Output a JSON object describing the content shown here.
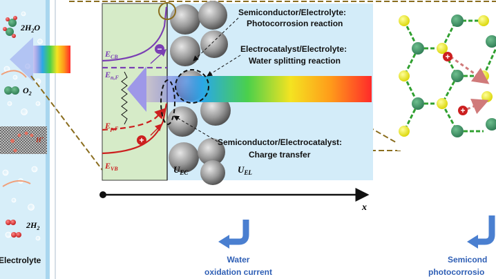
{
  "left_panel": {
    "water_label": "2H",
    "water_sub": "2",
    "water_tail": "O",
    "oxygen_label": "O",
    "oxygen_sub": "2",
    "proton_label": "H",
    "proton_sup": "+",
    "hydrogen_label": "2H",
    "hydrogen_sub": "2",
    "electrolyte_label": "Electrolyte"
  },
  "bands": {
    "ecb": "E",
    "ecb_sub": "CB",
    "enf": "E",
    "enf_sub": "n,F",
    "epf": "E",
    "epf_sub": "p,F",
    "evb": "E",
    "evb_sub": "VB",
    "electron_sign": "−",
    "hole_sign": "+"
  },
  "potentials": {
    "uec": "U",
    "uec_sub": "EC",
    "uel": "U",
    "uel_sub": "EL"
  },
  "annotations": {
    "a1_line1": "Semiconductor/Electrolyte:",
    "a1_line2": "Photocorrosion reaction",
    "a2_line1": "Electrocatalyst/Electrolyte:",
    "a2_line2": "Water splitting reaction",
    "a3_line1": "Semiconductor/Electrocatalyst:",
    "a3_line2": "Charge transfer"
  },
  "axis": {
    "x_label": "x"
  },
  "outputs": {
    "water_line1": "Water",
    "water_line2": "oxidation current",
    "semi_line1": "Semicond",
    "semi_line2": "photocorrosio"
  },
  "lattice": {
    "hole_sign": "+"
  },
  "colors": {
    "panel_blue": "#cfe9f7",
    "semiconductor_green": "#d6ebc8",
    "cb_purple": "#7a3fb3",
    "vb_red": "#cc1f1f",
    "output_arrow_blue": "#4a7fd0",
    "dashed_frame": "#8a6d1e"
  }
}
